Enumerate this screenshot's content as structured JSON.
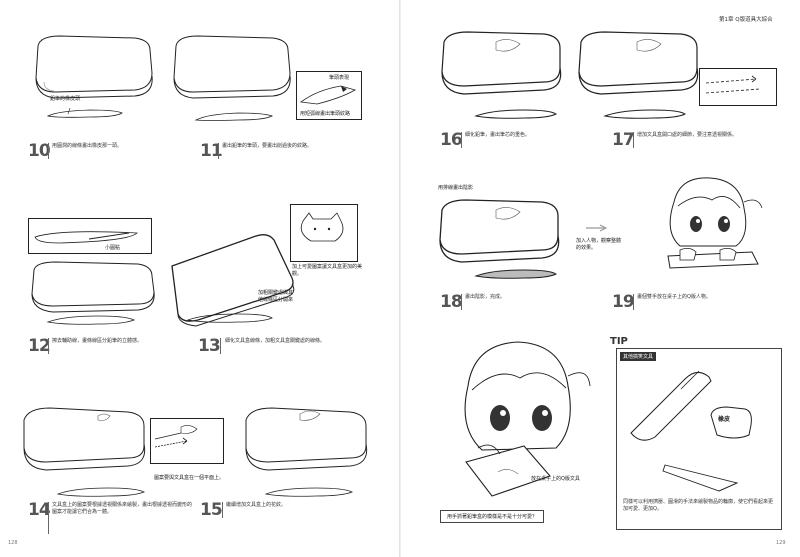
{
  "header": {
    "chapter": "第1章  Q版道具大綜合"
  },
  "pages": {
    "left": "128",
    "right": "129"
  },
  "steps": [
    {
      "num": "10",
      "text": "用圓潤的線條畫出橡皮那一頭。",
      "callout": "鉛筆的橡皮頭"
    },
    {
      "num": "11",
      "text": "畫出鉛筆的筆頭，要畫出削過後的紋路。",
      "callout": "筆頭表現",
      "callout2": "用短弧線畫出筆頭紋路"
    },
    {
      "num": "12",
      "text": "擦去輔助線，畫條線區分鉛筆的立體感。",
      "callout": "小圓點"
    },
    {
      "num": "13",
      "text": "細化文具盒線條，加粗文具盒關鍵處的線條。",
      "callout": "加上可愛圖案讓文具盒更加的美觀。",
      "callout2": "加粗關鍵處與其他線條區分開來"
    },
    {
      "num": "14",
      "text": "文具盒上的圖案要根據透視關係來繪製，畫出根據透視而變形的圖案才能讓它們合為一體。",
      "callout": "圖案要與文具盒在一個平面上。"
    },
    {
      "num": "15",
      "text": "繼續增加文具盒上的花紋。"
    },
    {
      "num": "16",
      "text": "細化鉛筆，畫出筆芯的重色。"
    },
    {
      "num": "17",
      "text": "增加文具盒開口處的細節，要注意透視關係。"
    },
    {
      "num": "18",
      "text": "畫出陰影，完成。",
      "callout": "用排線畫出陰影"
    },
    {
      "num": "19",
      "text": "畫個雙手放在桌子上的Q版人物。",
      "callout": "加入人物，觀察整體的效果。"
    }
  ],
  "tip": {
    "word": "TIP",
    "label": "其他搞笑文具",
    "text": "同樣可以利用擠壓、圓滑的手法來繪製物品的輪廓，使它們看起來更加可愛、更加Q。",
    "eraser_label": "橡皮"
  },
  "figure": {
    "question": "用手抓著鉛筆盒的模樣是不是十分可愛？",
    "callout": "放在桌子上的Q版文具"
  }
}
